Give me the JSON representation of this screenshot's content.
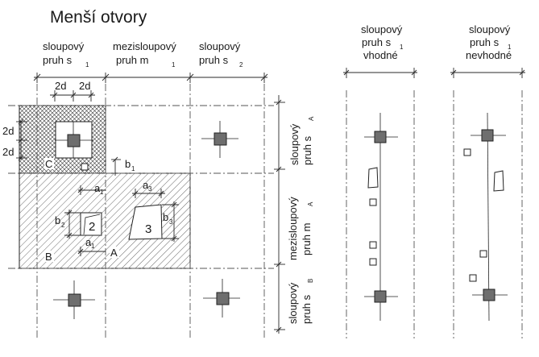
{
  "title": "Menší otvory",
  "header": {
    "col1": [
      "sloupový",
      "pruh  s",
      "1"
    ],
    "col2": [
      "mezisloupový",
      "pruh    m",
      "1"
    ],
    "col3": [
      "sloupový",
      "pruh  s",
      "2"
    ]
  },
  "side": {
    "row1": [
      "sloupový",
      "pruh  s",
      "A"
    ],
    "row2": [
      "mezisloupový",
      "pruh   m",
      "A"
    ],
    "row3": [
      "sloupový",
      "pruh  s",
      "B"
    ]
  },
  "dims": {
    "d2": "2d",
    "a1": "a",
    "a1_sub": "1",
    "a3": "a",
    "a3_sub": "3",
    "b1": "b",
    "b1_sub": "1",
    "b2": "b",
    "b2_sub": "2",
    "b3": "b",
    "b3_sub": "3"
  },
  "zones": {
    "A": "A",
    "B": "B",
    "C": "C"
  },
  "holes": {
    "h2": "2",
    "h3": "3"
  },
  "right": {
    "suitable": [
      "sloupový",
      "pruh  s",
      "1",
      "vhodné"
    ],
    "unsuitable": [
      "sloupový",
      "pruh  s",
      "1",
      "nevhodné"
    ]
  }
}
